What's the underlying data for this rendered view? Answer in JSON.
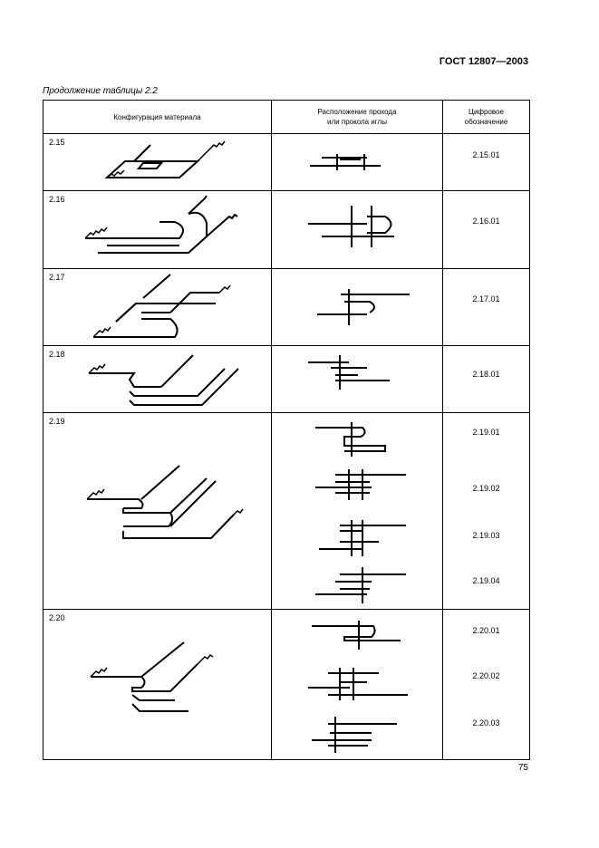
{
  "header": {
    "standard": "ГОСТ 12807—2003"
  },
  "caption": "Продолжение таблицы 2.2",
  "table": {
    "columns": [
      "Конфигурация материала",
      "Расположение прохода или прокола иглы",
      "Цифровое обозначение"
    ],
    "col2_line1": "Расположение прохода",
    "col2_line2": "или прокола иглы",
    "col3_line1": "Цифровое",
    "col3_line2": "обозначение",
    "rows": [
      {
        "num": "2.15",
        "codes": [
          "2.15.01"
        ]
      },
      {
        "num": "2.16",
        "codes": [
          "2.16.01"
        ]
      },
      {
        "num": "2.17",
        "codes": [
          "2.17.01"
        ]
      },
      {
        "num": "2.18",
        "codes": [
          "2.18.01"
        ]
      },
      {
        "num": "2.19",
        "codes": [
          "2.19.01",
          "2.19.02",
          "2.19.03",
          "2.19.04"
        ]
      },
      {
        "num": "2.20",
        "codes": [
          "2.20.01",
          "2.20.02",
          "2.20.03"
        ]
      }
    ]
  },
  "footer": {
    "page_number": "75"
  }
}
